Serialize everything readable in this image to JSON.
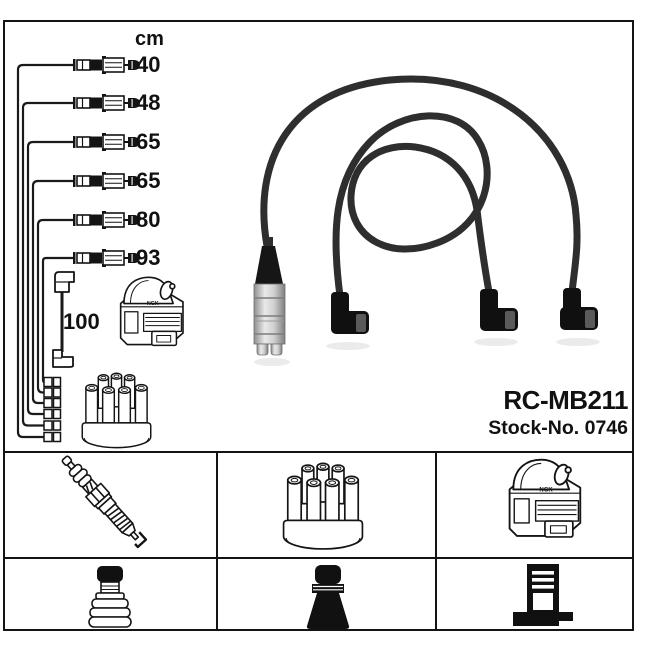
{
  "product": {
    "code": "RC-MB211",
    "stock": "Stock-No. 0746"
  },
  "lengths": {
    "unit": "cm",
    "items": [
      "40",
      "48",
      "65",
      "65",
      "80",
      "93"
    ],
    "coil_wire": "100"
  },
  "diagram": {
    "description_icons": [
      "ignition-lead-set-photo",
      "ignition-coil-illustration",
      "distributor-cap-illustration",
      "coil-wire-illustration",
      "distributor-terminal-illustrations"
    ]
  },
  "legend_grid": {
    "row1": [
      "spark-plug-icon",
      "distributor-cap-icon",
      "ignition-coil-icon"
    ],
    "row2": [
      "spark-plug-boot-icon",
      "distributor-boot-icon",
      "coil-connector-icon"
    ]
  },
  "colors": {
    "line_art": "#141414",
    "photo_cable": "#2e2e2e",
    "photo_boot": "#101010",
    "background": "#ffffff"
  }
}
